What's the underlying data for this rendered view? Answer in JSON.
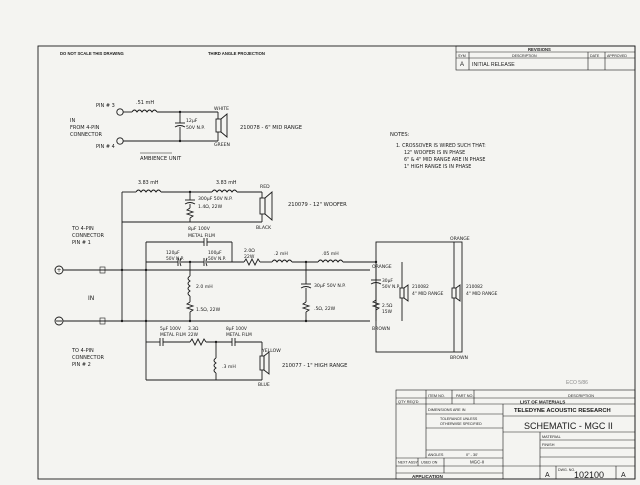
{
  "header": {
    "do_not_scale": "DO NOT SCALE THIS DRAWING",
    "projection": "THIRD ANGLE PROJECTION"
  },
  "revisions": {
    "title": "REVISIONS",
    "col_sym": "SYM",
    "col_desc": "DESCRIPTION",
    "col_date": "DATE",
    "col_approved": "APPROVED",
    "row_sym": "A",
    "row_desc": "INITIAL RELEASE"
  },
  "ambience": {
    "title": "AMBIENCE UNIT",
    "pin3": "PIN # 3",
    "pin4": "PIN # 4",
    "from_lines": [
      "IN",
      "FROM 4-PIN",
      "CONNECTOR"
    ],
    "inductor": ".51 mH",
    "capacitor": [
      "12µF",
      "50V N.P."
    ],
    "white": "WHITE",
    "green": "GREEN",
    "driver": "210078 - 6\" MID RANGE"
  },
  "notes": {
    "title": "NOTES:",
    "lines": [
      "1. CROSSOVER IS WIRED SUCH THAT:",
      "12\" WOOFER IS IN PHASE",
      "6\" & 4\" MID RANGE ARE IN PHASE",
      "1\" HIGH RANGE IS IN PHASE"
    ]
  },
  "main": {
    "to_top": [
      "TO 4-PIN",
      "CONNECTOR",
      "PIN # 1"
    ],
    "to_bot": [
      "TO 4-PIN",
      "CONNECTOR",
      "PIN # 2"
    ],
    "in_label": "IN",
    "woofer_l1": "3.83 mH",
    "woofer_l2": "3.83 mH",
    "woofer_cap": [
      "300µF 50V N.P.",
      "1.4Ω, 22W"
    ],
    "red": "RED",
    "black": "BLACK",
    "woofer": "210079 - 12\" WOOFER",
    "film_cap_top": [
      "8µF 100V",
      "METAL FILM"
    ],
    "cap_120": [
      "120µF",
      "50V N.P."
    ],
    "cap_100": [
      "100µF",
      "50V N.P."
    ],
    "res_20": [
      "2.0Ω",
      "22W"
    ],
    "ind_20": "2.0 mH",
    "res_15": "1.5Ω, 22W",
    "ind_12": ".2 mH",
    "ind_05": ".05 mH",
    "cap_30": "30µF 50V N.P.",
    "res_5": ".5Ω, 22W",
    "cap_30b": [
      "30µF",
      "50V N.P."
    ],
    "res_25": [
      "2.5Ω",
      "15W"
    ],
    "orange_top": "ORANGE",
    "orange": "ORANGE",
    "brown": "BROWN",
    "brown_bot": "BROWN",
    "mid4_a": [
      "210082",
      "4\" MID RANGE"
    ],
    "mid4_b": [
      "210082",
      "4\" MID RANGE"
    ],
    "film_res": [
      "5µF 100V",
      "METAL FILM"
    ],
    "ohm_33": [
      "3.3Ω",
      "22W"
    ],
    "film_cap_bot": [
      "8µF 100V",
      "METAL FILM"
    ],
    "ind_bot": ".3 mH",
    "yellow": "YELLOW",
    "blue": "BLUE",
    "tweeter": "210077 - 1\" HIGH RANGE"
  },
  "title_block": {
    "bom_qty": "QTY REQ'D",
    "bom_item": "ITEM NO.",
    "bom_part": "PART NO.",
    "bom_desc": "DESCRIPTION",
    "bom_title": "LIST OF MATERIALS",
    "dimensions": "DIMENSIONS ARE IN",
    "tolerance": [
      "TOLERANCE UNLESS",
      "OTHERWISE SPECIFIED"
    ],
    "angles": "ANGLES",
    "angles_val": "0° - 30'",
    "company": "TELEDYNE ACOUSTIC RESEARCH",
    "sheet_title": "SCHEMATIC - MGC II",
    "material": "MATERIAL",
    "finish": "FINISH",
    "next_assy": "NEXT ASSY",
    "used_on": "USED ON",
    "model": "MGC-II",
    "application": "APPLICATION",
    "size": "A",
    "dwg_no_label": "DWG. NO.",
    "dwg_no": "102100",
    "rev": "A",
    "stamp": "ECO 5/86"
  }
}
